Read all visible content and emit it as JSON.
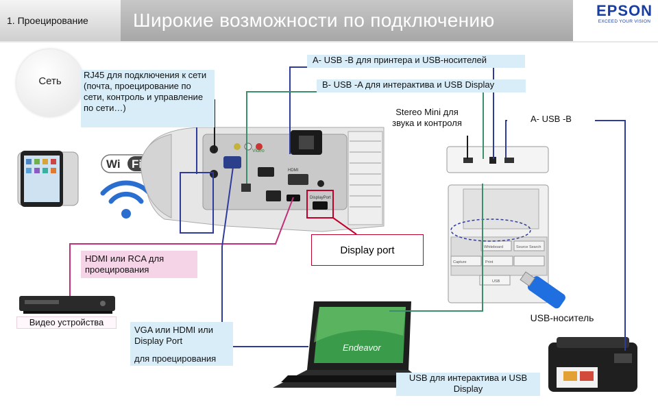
{
  "header": {
    "section_tab": "1. Проецирование",
    "title": "Широкие возможности по подключению",
    "logo_brand": "EPSON",
    "logo_tagline": "EXCEED YOUR VISION"
  },
  "network": {
    "label": "Сеть"
  },
  "labels": {
    "rj45": "RJ45 для подключения к сети (почта, проецирование по сети, контроль и управление по сети…)",
    "usb_ab_printer": "A- USB -B для принтера и USB-носителей",
    "usb_ba": "B- USB -A  для интерактива и USB Display",
    "stereo": "Stereo Mini для звука и контроля",
    "usb_ab": "A- USB -B",
    "display_port": "Display port",
    "hdmi_rca": "HDMI или RCA для проецирования",
    "video_devices": "Видео устройства",
    "vga": "VGA или HDMI или Display Port",
    "vga_sub": "для проецирования",
    "usb_stick": "USB-носитель",
    "usb_interactive": "USB для интерактива и USB Display"
  },
  "device_text": {
    "wifi": "Wi Fi",
    "laptop_brand": "Endeavor",
    "panel_video": "Video",
    "panel_hdmi": "HDMI",
    "panel_dp": "DisplayPort",
    "panel_usb": "USB",
    "panel_whiteboard": "Whiteboard",
    "panel_source": "Source Search",
    "panel_capture": "Capture",
    "panel_print": "Print"
  },
  "colors": {
    "wire_blue": "#2f3b9c",
    "wire_green": "#3a8f6a",
    "wire_pink": "#c0307a",
    "wire_black": "#1a1a1a",
    "highlight_red": "#c0002a",
    "callout_blue": "#d9edf8",
    "callout_pink": "#f4d4e6"
  }
}
